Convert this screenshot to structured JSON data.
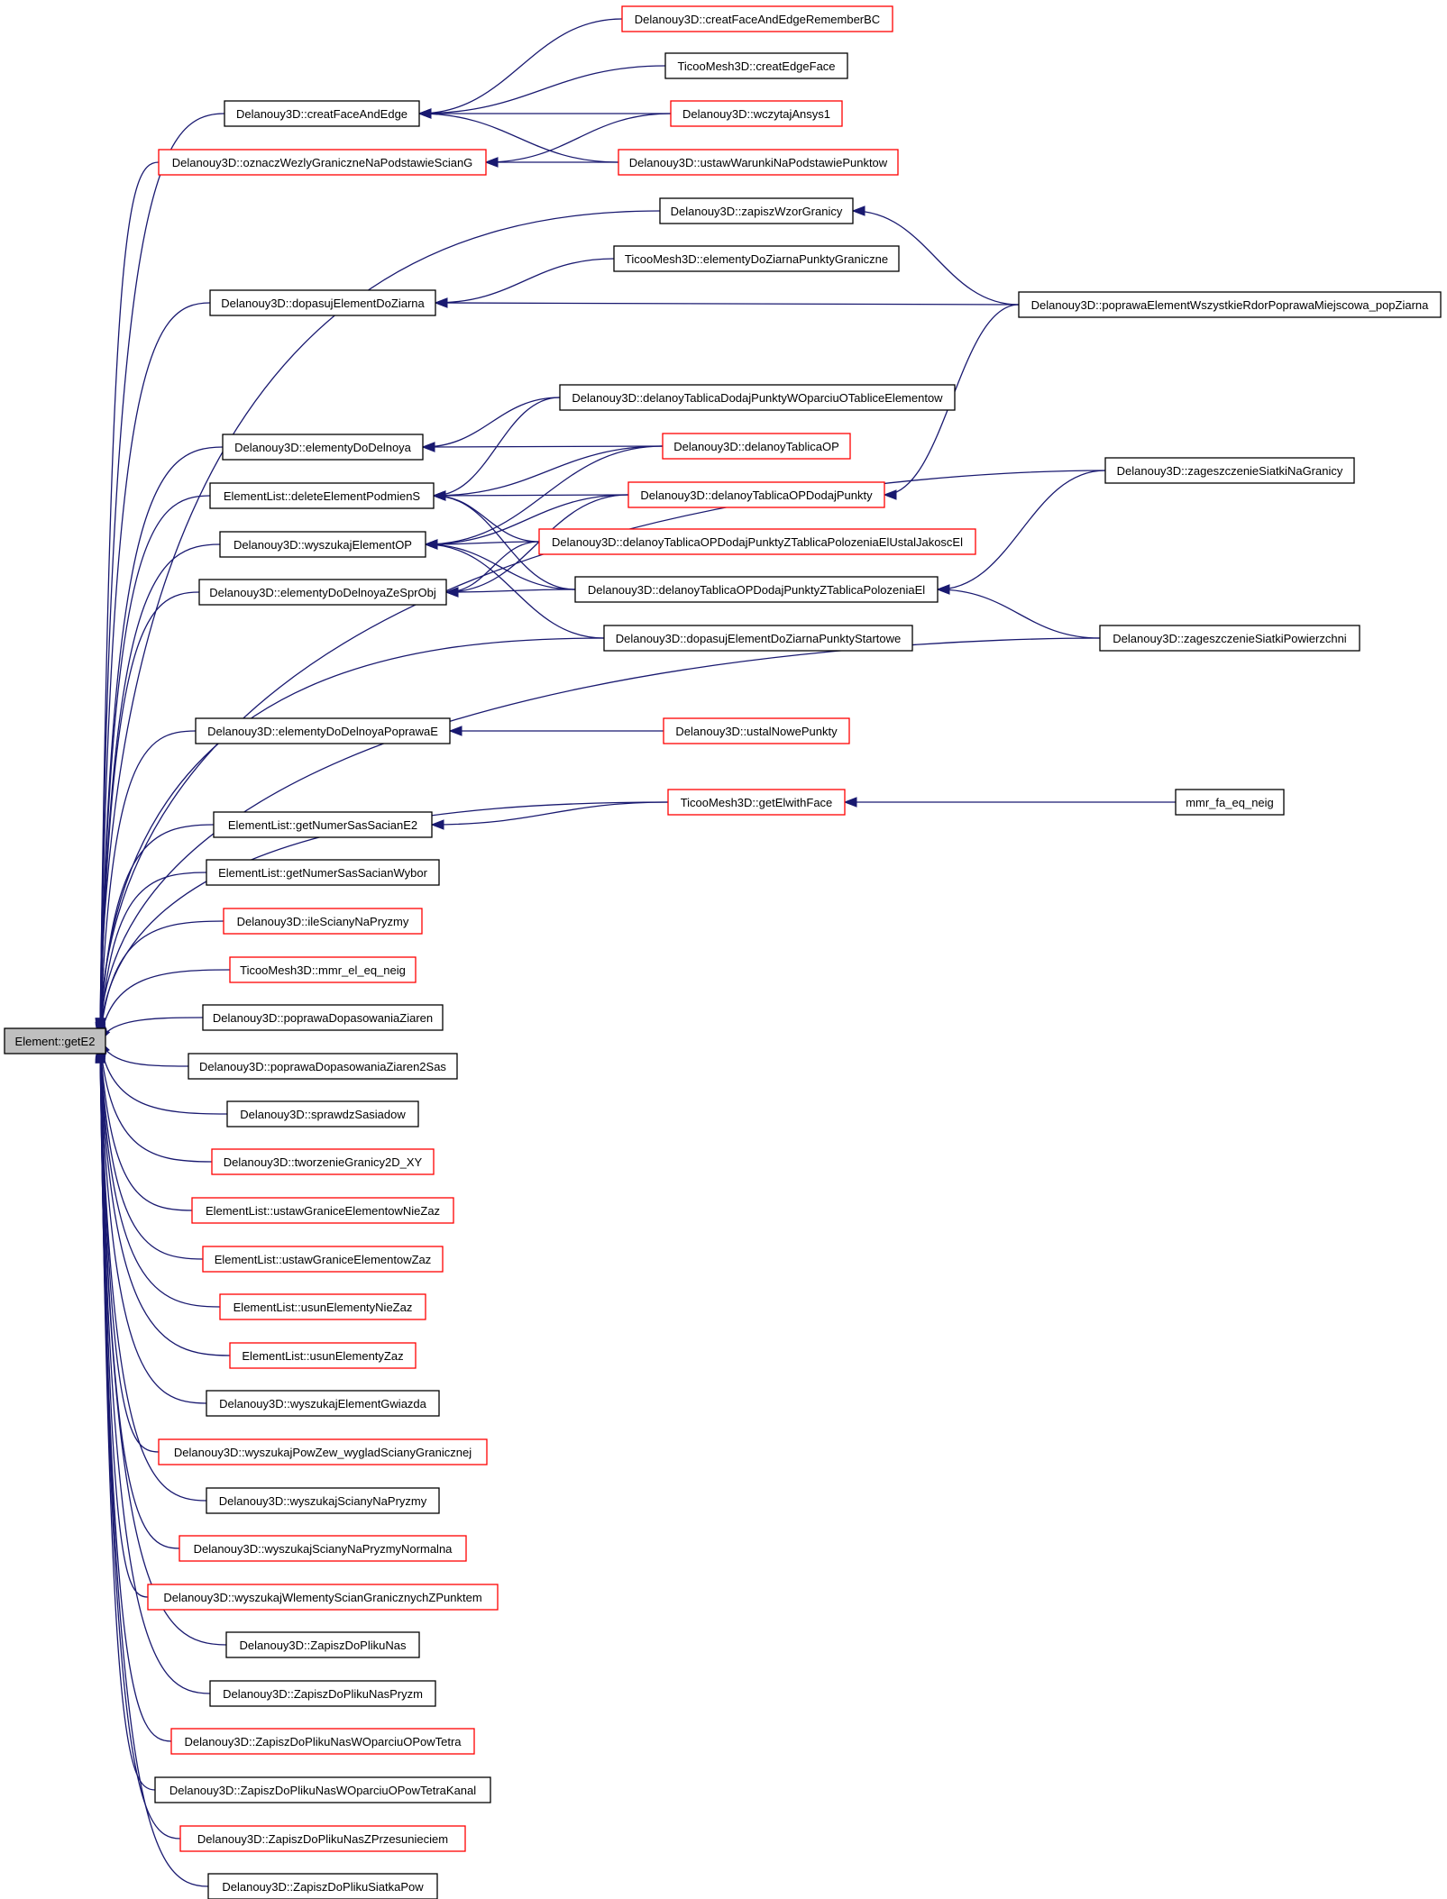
{
  "colors": {
    "edge": "#191970",
    "border_default": "#000000",
    "border_truncated": "#ff0000",
    "root_fill": "#bfbfbf",
    "node_fill": "#ffffff"
  },
  "nodes": [
    {
      "id": "root",
      "label": "Element::getE2",
      "border": "black",
      "root": true
    },
    {
      "id": "n_creatFaceAndEdge",
      "label": "Delanouy3D::creatFaceAndEdge",
      "border": "black"
    },
    {
      "id": "n_oznaczWezly",
      "label": "Delanouy3D::oznaczWezlyGraniczneNaPodstawieScianG",
      "border": "red"
    },
    {
      "id": "n_dopasujElementDoZiarna",
      "label": "Delanouy3D::dopasujElementDoZiarna",
      "border": "black"
    },
    {
      "id": "n_elementyDoDelnoya",
      "label": "Delanouy3D::elementyDoDelnoya",
      "border": "black"
    },
    {
      "id": "n_deleteElementPodmienS",
      "label": "ElementList::deleteElementPodmienS",
      "border": "black"
    },
    {
      "id": "n_wyszukajElementOP",
      "label": "Delanouy3D::wyszukajElementOP",
      "border": "black"
    },
    {
      "id": "n_elementyDoDelnoyaZeSprObj",
      "label": "Delanouy3D::elementyDoDelnoyaZeSprObj",
      "border": "black"
    },
    {
      "id": "n_elementyDoDelnoyaPoprawaE",
      "label": "Delanouy3D::elementyDoDelnoyaPoprawaE",
      "border": "black"
    },
    {
      "id": "n_getNumerSasSacianE2",
      "label": "ElementList::getNumerSasSacianE2",
      "border": "black"
    },
    {
      "id": "n_getNumerSasSacianWybor",
      "label": "ElementList::getNumerSasSacianWybor",
      "border": "black"
    },
    {
      "id": "n_ileScianyNaPryzmy",
      "label": "Delanouy3D::ileScianyNaPryzmy",
      "border": "red"
    },
    {
      "id": "n_mmr_el_eq_neig",
      "label": "TicooMesh3D::mmr_el_eq_neig",
      "border": "red"
    },
    {
      "id": "n_poprawaDopasowaniaZiaren",
      "label": "Delanouy3D::poprawaDopasowaniaZiaren",
      "border": "black"
    },
    {
      "id": "n_poprawaDopasowaniaZiaren2Sas",
      "label": "Delanouy3D::poprawaDopasowaniaZiaren2Sas",
      "border": "black"
    },
    {
      "id": "n_sprawdzSasiadow",
      "label": "Delanouy3D::sprawdzSasiadow",
      "border": "black"
    },
    {
      "id": "n_tworzenieGranicy2D_XY",
      "label": "Delanouy3D::tworzenieGranicy2D_XY",
      "border": "red"
    },
    {
      "id": "n_ustawGraniceElementowNieZaz",
      "label": "ElementList::ustawGraniceElementowNieZaz",
      "border": "red"
    },
    {
      "id": "n_ustawGraniceElementowZaz",
      "label": "ElementList::ustawGraniceElementowZaz",
      "border": "red"
    },
    {
      "id": "n_usunElementyNieZaz",
      "label": "ElementList::usunElementyNieZaz",
      "border": "red"
    },
    {
      "id": "n_usunElementyZaz",
      "label": "ElementList::usunElementyZaz",
      "border": "red"
    },
    {
      "id": "n_wyszukajElementGwiazda",
      "label": "Delanouy3D::wyszukajElementGwiazda",
      "border": "black"
    },
    {
      "id": "n_wyszukajPowZew",
      "label": "Delanouy3D::wyszukajPowZew_wygladScianyGranicznej",
      "border": "red"
    },
    {
      "id": "n_wyszukajScianyNaPryzmy",
      "label": "Delanouy3D::wyszukajScianyNaPryzmy",
      "border": "black"
    },
    {
      "id": "n_wyszukajScianyNaPryzmyNormalna",
      "label": "Delanouy3D::wyszukajScianyNaPryzmyNormalna",
      "border": "red"
    },
    {
      "id": "n_wyszukajWlementy",
      "label": "Delanouy3D::wyszukajWlementyScianGranicznychZPunktem",
      "border": "red"
    },
    {
      "id": "n_ZapiszDoPlikuNas",
      "label": "Delanouy3D::ZapiszDoPlikuNas",
      "border": "black"
    },
    {
      "id": "n_ZapiszDoPlikuNasPryzm",
      "label": "Delanouy3D::ZapiszDoPlikuNasPryzm",
      "border": "black"
    },
    {
      "id": "n_ZapiszDoPlikuNasWOparciuOPowTetra",
      "label": "Delanouy3D::ZapiszDoPlikuNasWOparciuOPowTetra",
      "border": "red"
    },
    {
      "id": "n_ZapiszDoPlikuNasWOparciuOPowTetraKanal",
      "label": "Delanouy3D::ZapiszDoPlikuNasWOparciuOPowTetraKanal",
      "border": "black"
    },
    {
      "id": "n_ZapiszDoPlikuNasZPrzesunieciem",
      "label": "Delanouy3D::ZapiszDoPlikuNasZPrzesunieciem",
      "border": "red"
    },
    {
      "id": "n_ZapiszDoPlikuSiatkaPow",
      "label": "Delanouy3D::ZapiszDoPlikuSiatkaPow",
      "border": "black"
    },
    {
      "id": "n_creatFaceAndEdgeRememberBC",
      "label": "Delanouy3D::creatFaceAndEdgeRememberBC",
      "border": "red"
    },
    {
      "id": "n_creatEdgeFace",
      "label": "TicooMesh3D::creatEdgeFace",
      "border": "black"
    },
    {
      "id": "n_wczytajAnsys1",
      "label": "Delanouy3D::wczytajAnsys1",
      "border": "red"
    },
    {
      "id": "n_ustawWarunkiNaPodstawiePunktow",
      "label": "Delanouy3D::ustawWarunkiNaPodstawiePunktow",
      "border": "red"
    },
    {
      "id": "n_zapiszWzorGranicy",
      "label": "Delanouy3D::zapiszWzorGranicy",
      "border": "black"
    },
    {
      "id": "n_elementyDoZiarnaPunktyGraniczne",
      "label": "TicooMesh3D::elementyDoZiarnaPunktyGraniczne",
      "border": "black"
    },
    {
      "id": "n_delanoyTablicaDodajPunktyWOparciu",
      "label": "Delanouy3D::delanoyTablicaDodajPunktyWOparciuOTabliceElementow",
      "border": "black"
    },
    {
      "id": "n_delanoyTablicaOP",
      "label": "Delanouy3D::delanoyTablicaOP",
      "border": "red"
    },
    {
      "id": "n_delanoyTablicaOPDodajPunkty",
      "label": "Delanouy3D::delanoyTablicaOPDodajPunkty",
      "border": "red"
    },
    {
      "id": "n_delanoyTablicaOPDodajPunktyZTablicaPolozeniaElUstalJakoscEl",
      "label": "Delanouy3D::delanoyTablicaOPDodajPunktyZTablicaPolozeniaElUstalJakoscEl",
      "border": "red"
    },
    {
      "id": "n_delanoyTablicaOPDodajPunktyZTablicaPolozeniaEl",
      "label": "Delanouy3D::delanoyTablicaOPDodajPunktyZTablicaPolozeniaEl",
      "border": "black"
    },
    {
      "id": "n_dopasujElementDoZiarnaPunktyStartowe",
      "label": "Delanouy3D::dopasujElementDoZiarnaPunktyStartowe",
      "border": "black"
    },
    {
      "id": "n_ustalNowePunkty",
      "label": "Delanouy3D::ustalNowePunkty",
      "border": "red"
    },
    {
      "id": "n_getElwithFace",
      "label": "TicooMesh3D::getElwithFace",
      "border": "red"
    },
    {
      "id": "n_poprawaElementWszystkie",
      "label": "Delanouy3D::poprawaElementWszystkieRdorPoprawaMiejscowa_popZiarna",
      "border": "black"
    },
    {
      "id": "n_zageszczenieSiatkiNaGranicy",
      "label": "Delanouy3D::zageszczenieSiatkiNaGranicy",
      "border": "black"
    },
    {
      "id": "n_zageszczenieSiatkiPowierzchni",
      "label": "Delanouy3D::zageszczenieSiatkiPowierzchni",
      "border": "black"
    },
    {
      "id": "n_mmr_fa_eq_neig",
      "label": "mmr_fa_eq_neig",
      "border": "black"
    }
  ],
  "edges": [
    {
      "from": "n_creatFaceAndEdge",
      "to": "root"
    },
    {
      "from": "n_oznaczWezly",
      "to": "root"
    },
    {
      "from": "n_zapiszWzorGranicy",
      "to": "root"
    },
    {
      "from": "n_dopasujElementDoZiarna",
      "to": "root"
    },
    {
      "from": "n_zageszczenieSiatkiNaGranicy",
      "to": "root"
    },
    {
      "from": "n_elementyDoDelnoya",
      "to": "root"
    },
    {
      "from": "n_deleteElementPodmienS",
      "to": "root"
    },
    {
      "from": "n_wyszukajElementOP",
      "to": "root"
    },
    {
      "from": "n_elementyDoDelnoyaZeSprObj",
      "to": "root"
    },
    {
      "from": "n_dopasujElementDoZiarnaPunktyStartowe",
      "to": "root"
    },
    {
      "from": "n_zageszczenieSiatkiPowierzchni",
      "to": "root"
    },
    {
      "from": "n_elementyDoDelnoyaPoprawaE",
      "to": "root"
    },
    {
      "from": "n_getElwithFace",
      "to": "root"
    },
    {
      "from": "n_getNumerSasSacianE2",
      "to": "root"
    },
    {
      "from": "n_getNumerSasSacianWybor",
      "to": "root"
    },
    {
      "from": "n_ileScianyNaPryzmy",
      "to": "root"
    },
    {
      "from": "n_mmr_el_eq_neig",
      "to": "root"
    },
    {
      "from": "n_poprawaDopasowaniaZiaren",
      "to": "root"
    },
    {
      "from": "n_poprawaDopasowaniaZiaren2Sas",
      "to": "root"
    },
    {
      "from": "n_sprawdzSasiadow",
      "to": "root"
    },
    {
      "from": "n_tworzenieGranicy2D_XY",
      "to": "root"
    },
    {
      "from": "n_ustawGraniceElementowNieZaz",
      "to": "root"
    },
    {
      "from": "n_ustawGraniceElementowZaz",
      "to": "root"
    },
    {
      "from": "n_usunElementyNieZaz",
      "to": "root"
    },
    {
      "from": "n_usunElementyZaz",
      "to": "root"
    },
    {
      "from": "n_wyszukajElementGwiazda",
      "to": "root"
    },
    {
      "from": "n_wyszukajPowZew",
      "to": "root"
    },
    {
      "from": "n_wyszukajScianyNaPryzmy",
      "to": "root"
    },
    {
      "from": "n_wyszukajScianyNaPryzmyNormalna",
      "to": "root"
    },
    {
      "from": "n_wyszukajWlementy",
      "to": "root"
    },
    {
      "from": "n_ZapiszDoPlikuNas",
      "to": "root"
    },
    {
      "from": "n_ZapiszDoPlikuNasPryzm",
      "to": "root"
    },
    {
      "from": "n_ZapiszDoPlikuNasWOparciuOPowTetra",
      "to": "root"
    },
    {
      "from": "n_ZapiszDoPlikuNasWOparciuOPowTetraKanal",
      "to": "root"
    },
    {
      "from": "n_ZapiszDoPlikuNasZPrzesunieciem",
      "to": "root"
    },
    {
      "from": "n_ZapiszDoPlikuSiatkaPow",
      "to": "root"
    },
    {
      "from": "n_creatFaceAndEdgeRememberBC",
      "to": "n_creatFaceAndEdge"
    },
    {
      "from": "n_creatEdgeFace",
      "to": "n_creatFaceAndEdge"
    },
    {
      "from": "n_wczytajAnsys1",
      "to": "n_creatFaceAndEdge"
    },
    {
      "from": "n_ustawWarunkiNaPodstawiePunktow",
      "to": "n_creatFaceAndEdge"
    },
    {
      "from": "n_wczytajAnsys1",
      "to": "n_oznaczWezly"
    },
    {
      "from": "n_ustawWarunkiNaPodstawiePunktow",
      "to": "n_oznaczWezly"
    },
    {
      "from": "n_poprawaElementWszystkie",
      "to": "n_zapiszWzorGranicy"
    },
    {
      "from": "n_elementyDoZiarnaPunktyGraniczne",
      "to": "n_dopasujElementDoZiarna"
    },
    {
      "from": "n_poprawaElementWszystkie",
      "to": "n_dopasujElementDoZiarna"
    },
    {
      "from": "n_delanoyTablicaDodajPunktyWOparciu",
      "to": "n_elementyDoDelnoya"
    },
    {
      "from": "n_delanoyTablicaOP",
      "to": "n_elementyDoDelnoya"
    },
    {
      "from": "n_delanoyTablicaDodajPunktyWOparciu",
      "to": "n_deleteElementPodmienS"
    },
    {
      "from": "n_delanoyTablicaOP",
      "to": "n_deleteElementPodmienS"
    },
    {
      "from": "n_delanoyTablicaOPDodajPunkty",
      "to": "n_deleteElementPodmienS"
    },
    {
      "from": "n_delanoyTablicaOPDodajPunktyZTablicaPolozeniaElUstalJakoscEl",
      "to": "n_deleteElementPodmienS"
    },
    {
      "from": "n_delanoyTablicaOPDodajPunktyZTablicaPolozeniaEl",
      "to": "n_deleteElementPodmienS"
    },
    {
      "from": "n_delanoyTablicaOP",
      "to": "n_wyszukajElementOP"
    },
    {
      "from": "n_delanoyTablicaOPDodajPunkty",
      "to": "n_wyszukajElementOP"
    },
    {
      "from": "n_delanoyTablicaOPDodajPunktyZTablicaPolozeniaElUstalJakoscEl",
      "to": "n_wyszukajElementOP"
    },
    {
      "from": "n_delanoyTablicaOPDodajPunktyZTablicaPolozeniaEl",
      "to": "n_wyszukajElementOP"
    },
    {
      "from": "n_dopasujElementDoZiarnaPunktyStartowe",
      "to": "n_wyszukajElementOP"
    },
    {
      "from": "n_delanoyTablicaOPDodajPunkty",
      "to": "n_elementyDoDelnoyaZeSprObj"
    },
    {
      "from": "n_delanoyTablicaOPDodajPunktyZTablicaPolozeniaElUstalJakoscEl",
      "to": "n_elementyDoDelnoyaZeSprObj"
    },
    {
      "from": "n_delanoyTablicaOPDodajPunktyZTablicaPolozeniaEl",
      "to": "n_elementyDoDelnoyaZeSprObj"
    },
    {
      "from": "n_poprawaElementWszystkie",
      "to": "n_delanoyTablicaOPDodajPunkty"
    },
    {
      "from": "n_zageszczenieSiatkiNaGranicy",
      "to": "n_delanoyTablicaOPDodajPunktyZTablicaPolozeniaEl"
    },
    {
      "from": "n_zageszczenieSiatkiPowierzchni",
      "to": "n_delanoyTablicaOPDodajPunktyZTablicaPolozeniaEl"
    },
    {
      "from": "n_ustalNowePunkty",
      "to": "n_elementyDoDelnoyaPoprawaE"
    },
    {
      "from": "n_getElwithFace",
      "to": "n_getNumerSasSacianE2"
    },
    {
      "from": "n_mmr_fa_eq_neig",
      "to": "n_getElwithFace"
    }
  ]
}
